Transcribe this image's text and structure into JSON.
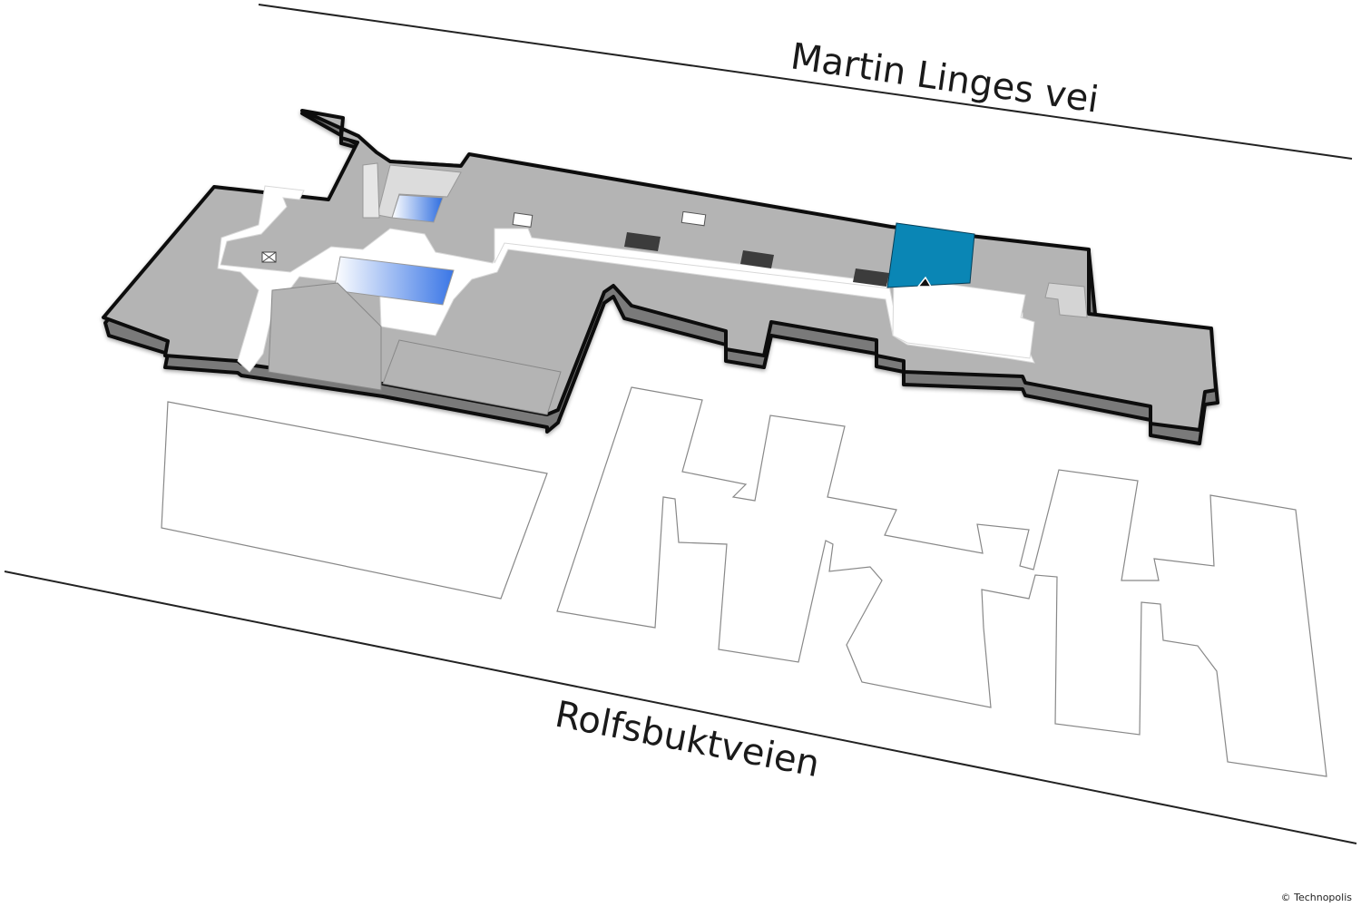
{
  "map": {
    "streets": {
      "north": "Martin Linges vei",
      "south": "Rolfsbuktveien"
    },
    "highlighted_room": {
      "color": "#0a86b5",
      "marker": "location-pointer-icon"
    },
    "copyright": "© Technopolis"
  },
  "colors": {
    "floor": "#b4b4b4",
    "corridor": "#ffffff",
    "wall_side": "#7a7a7a",
    "outline": "#111111",
    "highlight": "#0a86b5",
    "atrium_blue": "#2f6ee0",
    "dark_block": "#3a3a3a"
  }
}
